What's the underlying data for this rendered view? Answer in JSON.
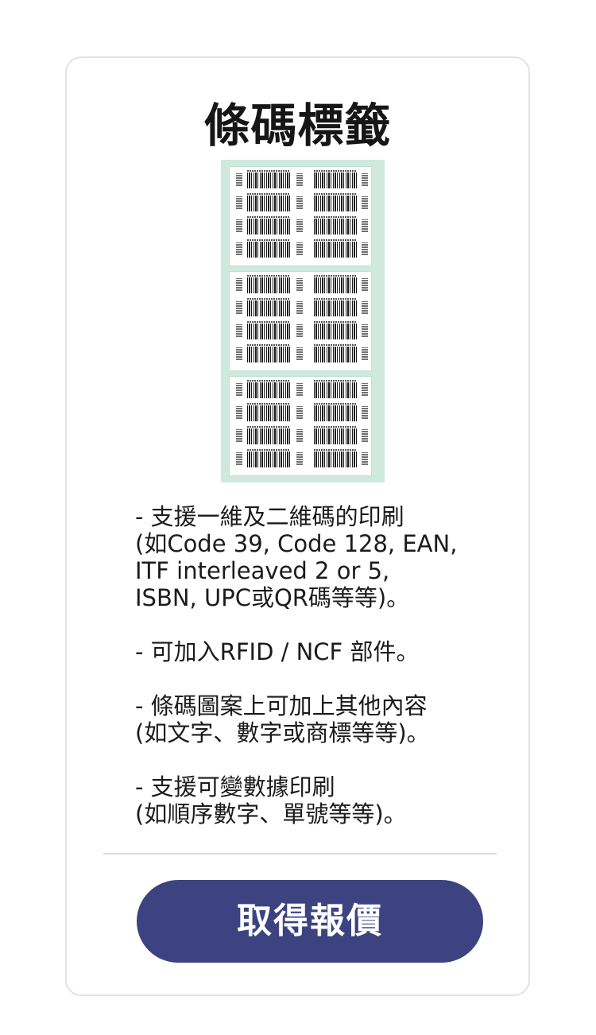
{
  "card": {
    "title": "條碼標籤",
    "description": [
      [
        "- 支援一維及二維碼的印刷",
        "(如Code 39, Code 128, EAN,",
        "ITF interleaved 2 or 5,",
        "ISBN, UPC或QR碼等等)。"
      ],
      [
        "- 可加入RFID / NCF 部件。"
      ],
      [
        "- 條碼圖案上可加上其他內容",
        "(如文字、數字或商標等等)。"
      ],
      [
        "- 支援可變數據印刷",
        "(如順序數字、單號等等)。"
      ]
    ],
    "button_label": "取得報價"
  },
  "colors": {
    "button_bg": "#3c4380",
    "sheet_bg": "#cfe9df",
    "border": "#e2e2e2"
  }
}
